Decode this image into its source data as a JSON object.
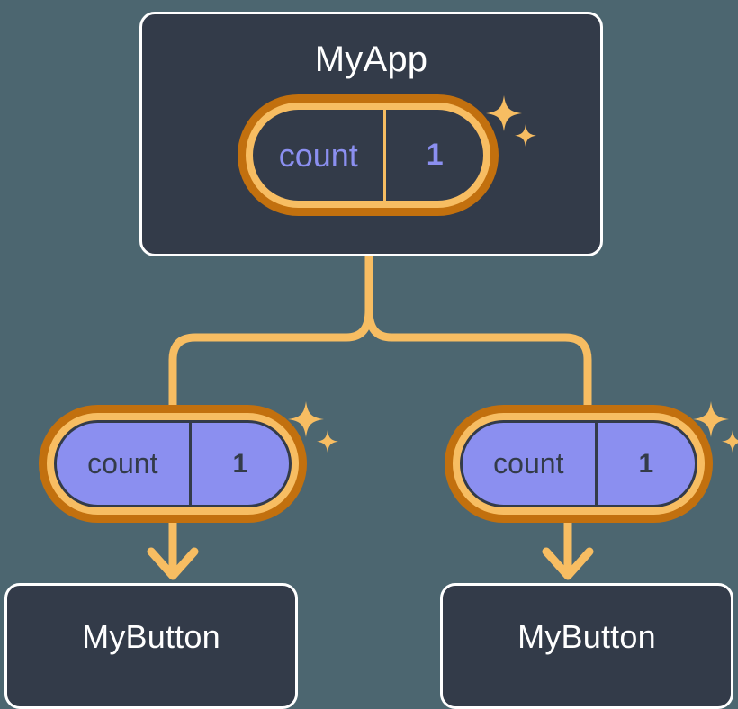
{
  "diagram": {
    "title_semantics": "react-state-propagation-tree",
    "background_color": "#4c6670"
  },
  "colors": {
    "page_background": "#4c6670",
    "card_background": "#333b49",
    "card_border": "#ffffff",
    "ring_outer": "#c2700e",
    "ring_inner": "#f7bd62",
    "pill_fill_purple": "#8b8ff0",
    "text_purple": "#8b8ff0",
    "text_dark": "#333b49",
    "text_white": "#ffffff",
    "connector": "#f7bd62",
    "sparkle": "#f7bd62"
  },
  "nodes": {
    "root": {
      "label": "MyApp",
      "state": {
        "key": "count",
        "value": "1"
      },
      "style": "dark-pill",
      "sparkle": true
    },
    "children": [
      {
        "label": "MyButton",
        "state": {
          "key": "count",
          "value": "1"
        },
        "style": "purple-pill",
        "sparkle": true
      },
      {
        "label": "MyButton",
        "state": {
          "key": "count",
          "value": "1"
        },
        "style": "purple-pill",
        "sparkle": true
      }
    ]
  },
  "icons": {
    "sparkle_large": "sparkle-icon",
    "sparkle_small": "sparkle-small-icon",
    "arrow": "arrow-down-icon"
  }
}
